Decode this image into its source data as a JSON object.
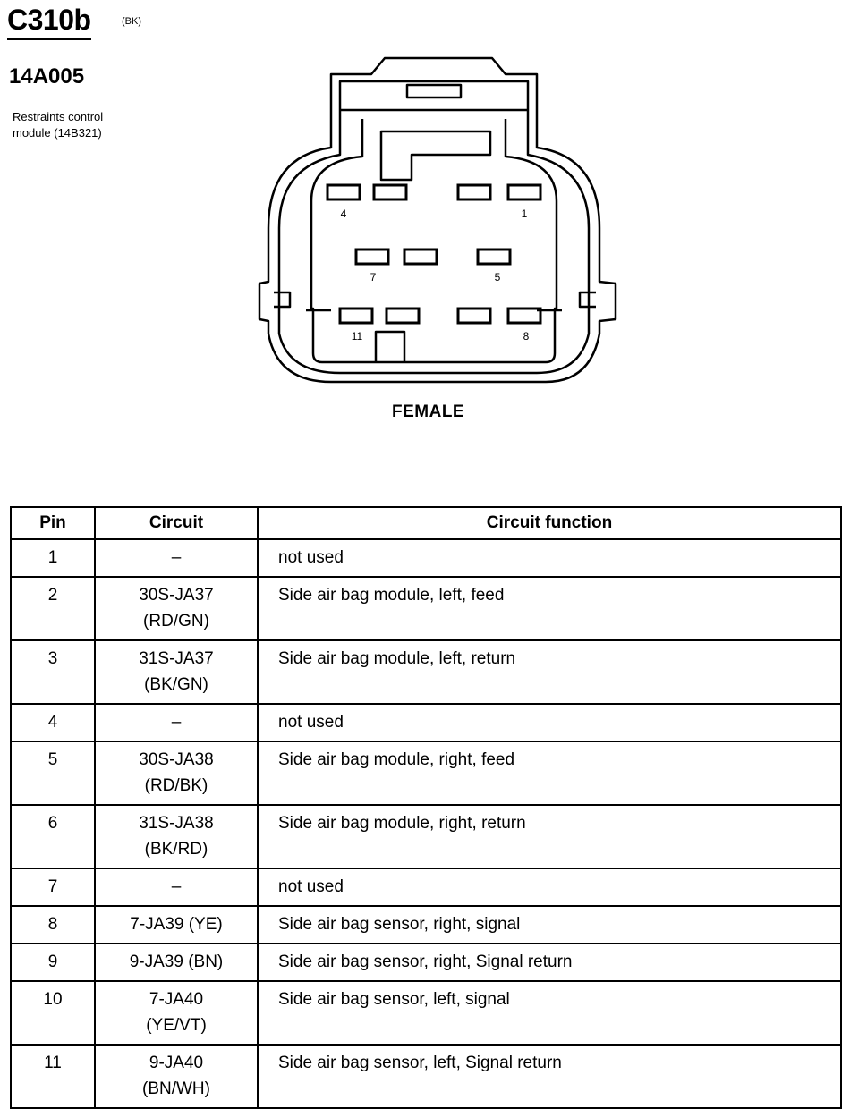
{
  "header": {
    "connector_id": "C310b",
    "connector_color": "(BK)",
    "part_number": "14A005",
    "module_description": "Restraints control\nmodule (14B321)"
  },
  "diagram": {
    "gender": "FEMALE",
    "pin_labels": [
      "4",
      "1",
      "7",
      "5",
      "11",
      "8"
    ]
  },
  "table": {
    "headers": [
      "Pin",
      "Circuit",
      "Circuit function"
    ],
    "rows": [
      {
        "pin": "1",
        "circuit": "–",
        "function": "not used"
      },
      {
        "pin": "2",
        "circuit": "30S-JA37\n(RD/GN)",
        "function": "Side air bag module, left, feed"
      },
      {
        "pin": "3",
        "circuit": "31S-JA37\n(BK/GN)",
        "function": "Side air bag module, left, return"
      },
      {
        "pin": "4",
        "circuit": "–",
        "function": "not used"
      },
      {
        "pin": "5",
        "circuit": "30S-JA38\n(RD/BK)",
        "function": "Side air bag module, right, feed"
      },
      {
        "pin": "6",
        "circuit": "31S-JA38\n(BK/RD)",
        "function": "Side air bag module, right, return"
      },
      {
        "pin": "7",
        "circuit": "–",
        "function": "not used"
      },
      {
        "pin": "8",
        "circuit": "7-JA39 (YE)",
        "function": "Side air bag sensor, right, signal"
      },
      {
        "pin": "9",
        "circuit": "9-JA39 (BN)",
        "function": "Side air bag sensor, right, Signal return"
      },
      {
        "pin": "10",
        "circuit": "7-JA40\n(YE/VT)",
        "function": "Side air bag sensor, left, signal"
      },
      {
        "pin": "11",
        "circuit": "9-JA40\n(BN/WH)",
        "function": "Side air bag sensor, left, Signal return"
      }
    ]
  }
}
